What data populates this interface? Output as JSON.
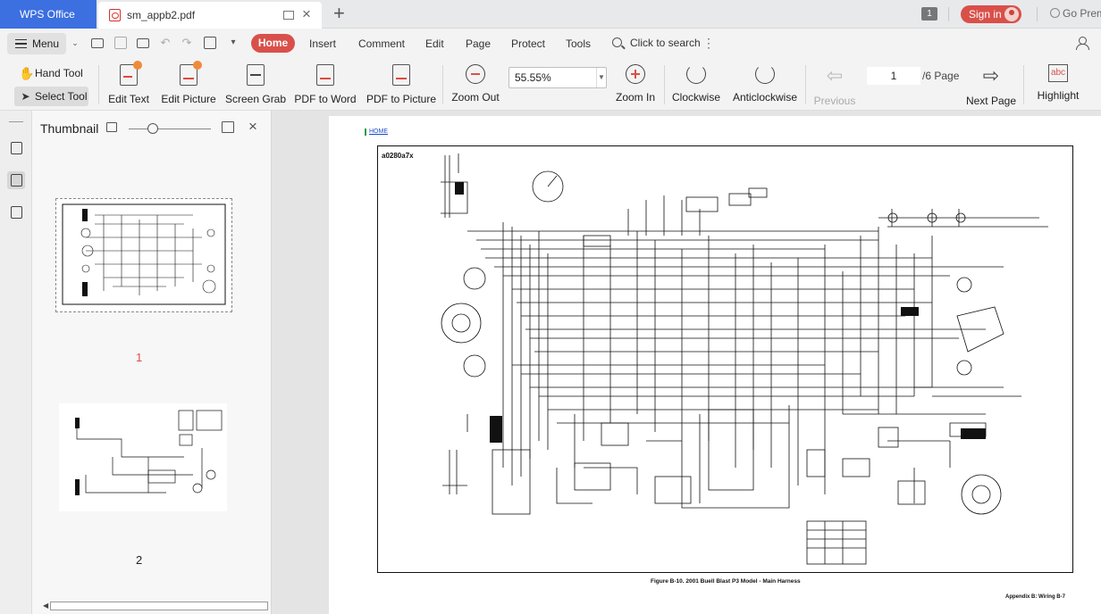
{
  "titlebar": {
    "app_name": "WPS Office",
    "doc_tab_title": "sm_appb2.pdf",
    "window_count": "1",
    "sign_in": "Sign in",
    "premium": "Go Prem"
  },
  "menubar": {
    "menu_label": "Menu",
    "tabs": [
      "Home",
      "Insert",
      "Comment",
      "Edit",
      "Page",
      "Protect",
      "Tools"
    ],
    "search_label": "Click to search"
  },
  "ribbon": {
    "hand_tool": "Hand Tool",
    "select_tool": "Select Tool",
    "edit_text": "Edit Text",
    "edit_picture": "Edit Picture",
    "screen_grab": "Screen Grab",
    "pdf_to_word": "PDF to Word",
    "pdf_to_picture": "PDF to Picture",
    "zoom_out": "Zoom Out",
    "zoom_value": "55.55%",
    "zoom_in": "Zoom In",
    "clockwise": "Clockwise",
    "anticlockwise": "Anticlockwise",
    "previous": "Previous",
    "page_current": "1",
    "page_total": "/6 Page",
    "next_page": "Next Page",
    "highlight": "Highlight"
  },
  "thumbnails": {
    "title": "Thumbnail",
    "pages": [
      "1",
      "2"
    ],
    "selected_page": "1"
  },
  "document": {
    "home_link": "HOME",
    "diagram_code": "a0280a7x",
    "figure_caption": "Figure B-10. 2001 Buell Blast P3 Model - Main Harness",
    "footer": "Appendix B: Wiring    B-7"
  },
  "colors": {
    "accent": "#d9504a",
    "app_tab": "#3c6fe0",
    "link": "#1a4dc4"
  }
}
